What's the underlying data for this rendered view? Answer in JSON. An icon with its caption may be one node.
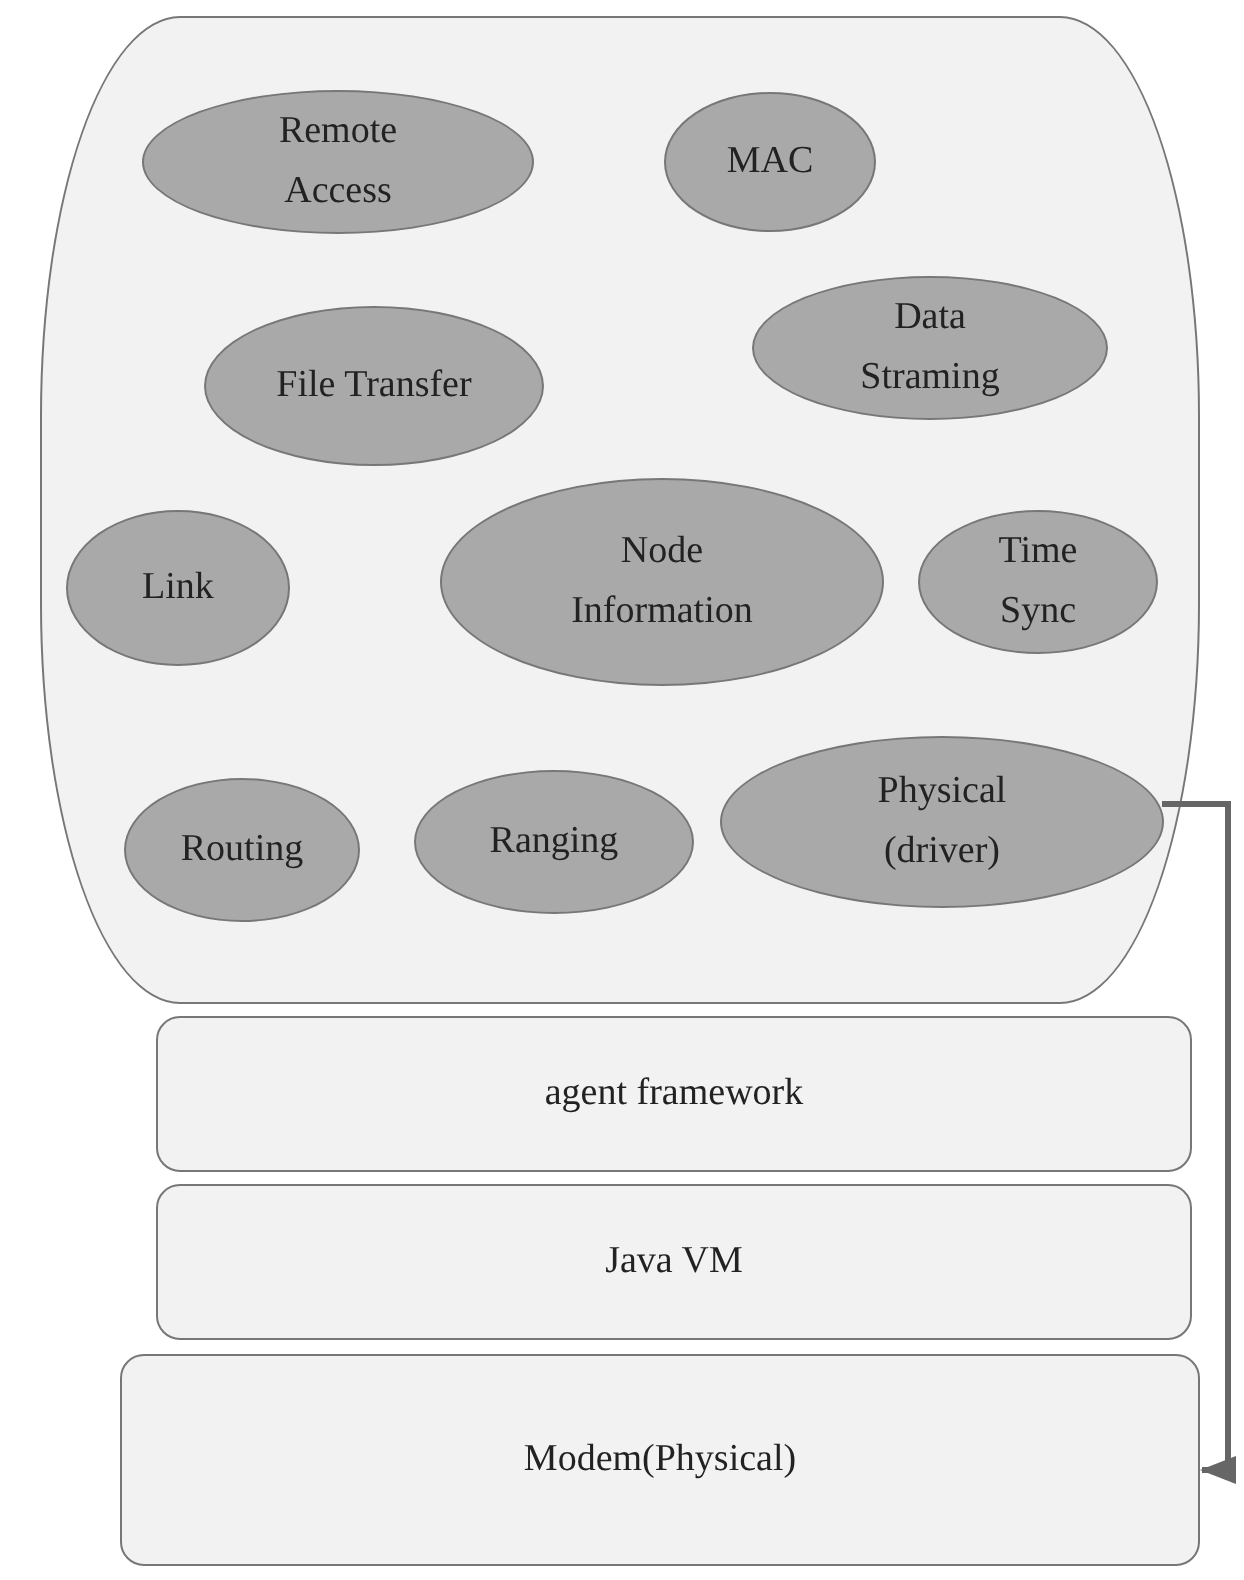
{
  "diagram": {
    "nodes": [
      {
        "text": [],
        "shape": "box"
      },
      {
        "text": [
          "Remote Access"
        ],
        "in": 0
      },
      {
        "text": [
          "MAC"
        ],
        "in": 0
      },
      {
        "text": [
          "File Transfer"
        ],
        "in": 0
      },
      {
        "text": [
          "Data Straming"
        ],
        "in": 0
      },
      {
        "text": [
          "Link"
        ],
        "in": 0
      },
      {
        "text": [
          "Node Information"
        ],
        "in": 0
      },
      {
        "text": [
          "Time Sync"
        ],
        "in": 0
      },
      {
        "text": [
          "Physical (driver)"
        ],
        "in": 0
      },
      {
        "text": [
          "Routing"
        ],
        "in": 0
      },
      {
        "text": [
          "Ranging"
        ],
        "in": 0
      },
      {
        "text": [
          "agent framework"
        ]
      },
      {
        "text": [
          "Java VM"
        ]
      },
      {
        "text": [
          "Modem(Physical)"
        ]
      }
    ],
    "edges": [
      {
        "from": 8,
        "to": 13,
        "arrow": "to"
      }
    ]
  }
}
